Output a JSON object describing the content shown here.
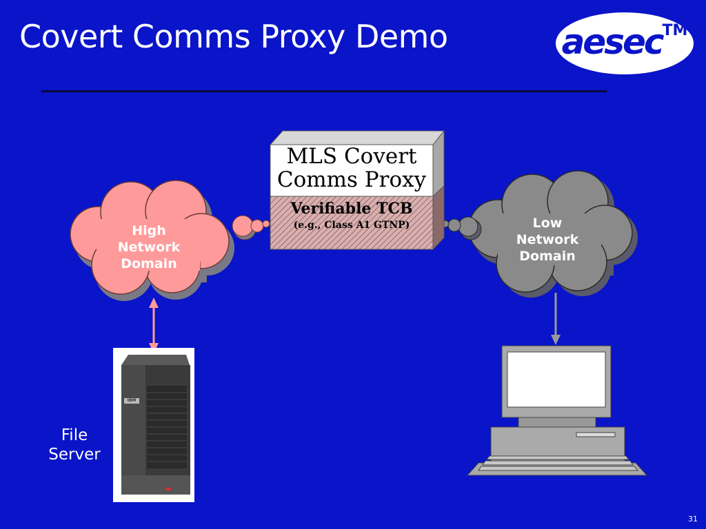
{
  "slide": {
    "title": "Covert Comms Proxy Demo",
    "page_number": "31"
  },
  "logo": {
    "text": "aesec",
    "trademark": "TM"
  },
  "proxy": {
    "title_line1": "MLS Covert",
    "title_line2": "Comms Proxy",
    "tcb_title": "Verifiable TCB",
    "tcb_subtitle": "(e.g., Class A1 GTNP)"
  },
  "high_domain": {
    "line1": "High",
    "line2": "Network",
    "line3": "Domain"
  },
  "low_domain": {
    "line1": "Low",
    "line2": "Network",
    "line3": "Domain"
  },
  "file_server": {
    "line1": "File",
    "line2": "Server",
    "badge": "IBM"
  },
  "colors": {
    "background": "#0a14c8",
    "high_cloud": "#ff9a9a",
    "low_cloud": "#8a8a8a",
    "proxy_top": "#ffffff",
    "tcb_hatch": "#d4a0a0"
  }
}
